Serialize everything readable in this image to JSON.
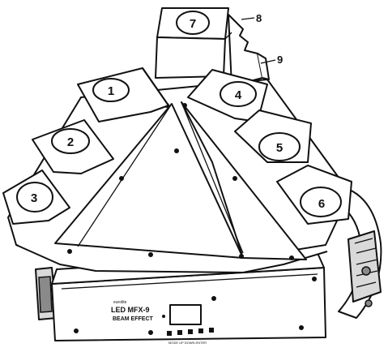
{
  "lens_labels": [
    "1",
    "2",
    "3",
    "4",
    "5",
    "6",
    "7"
  ],
  "callouts": [
    "8",
    "9"
  ],
  "panel": {
    "brand": "eurolite",
    "model": "LED MFX-9",
    "subtitle": "BEAM EFFECT",
    "button_labels": "MODE UP DOWN ENTER"
  }
}
